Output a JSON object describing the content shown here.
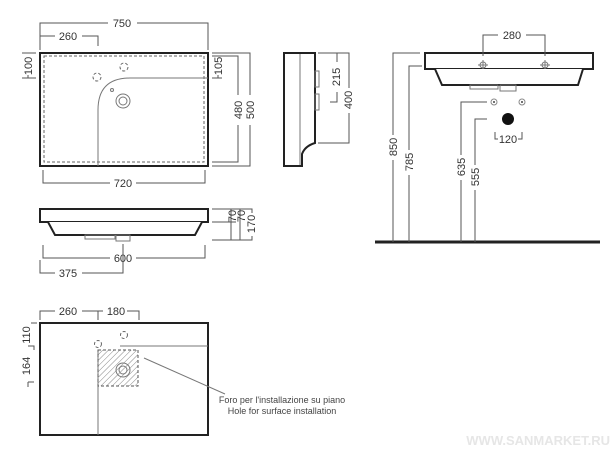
{
  "top_view": {
    "width_overall": "750",
    "tap_offset": "260",
    "back_margin": "100",
    "overflow_depth": "105",
    "bowl_depth": "480",
    "depth_overall": "500",
    "inner_width": "720"
  },
  "side_view": {
    "tap_height": "215",
    "height": "400"
  },
  "front_view": {
    "inner_width": "600",
    "drain_offset": "375",
    "rim_1": "70",
    "rim_2": "70",
    "total_height": "170"
  },
  "install_view": {
    "tap_spacing": "280",
    "rim_height": "850",
    "underside_height": "785",
    "supply_height": "635",
    "drain_height": "555",
    "supply_spacing": "120"
  },
  "cutout_view": {
    "offset_x": "260",
    "cutout_width": "180",
    "offset_y": "110",
    "cutout_depth": "164",
    "note_it": "Foro per l'installazione su piano",
    "note_en": "Hole for surface installation"
  },
  "watermark": "WWW.SANMARKET.RU"
}
